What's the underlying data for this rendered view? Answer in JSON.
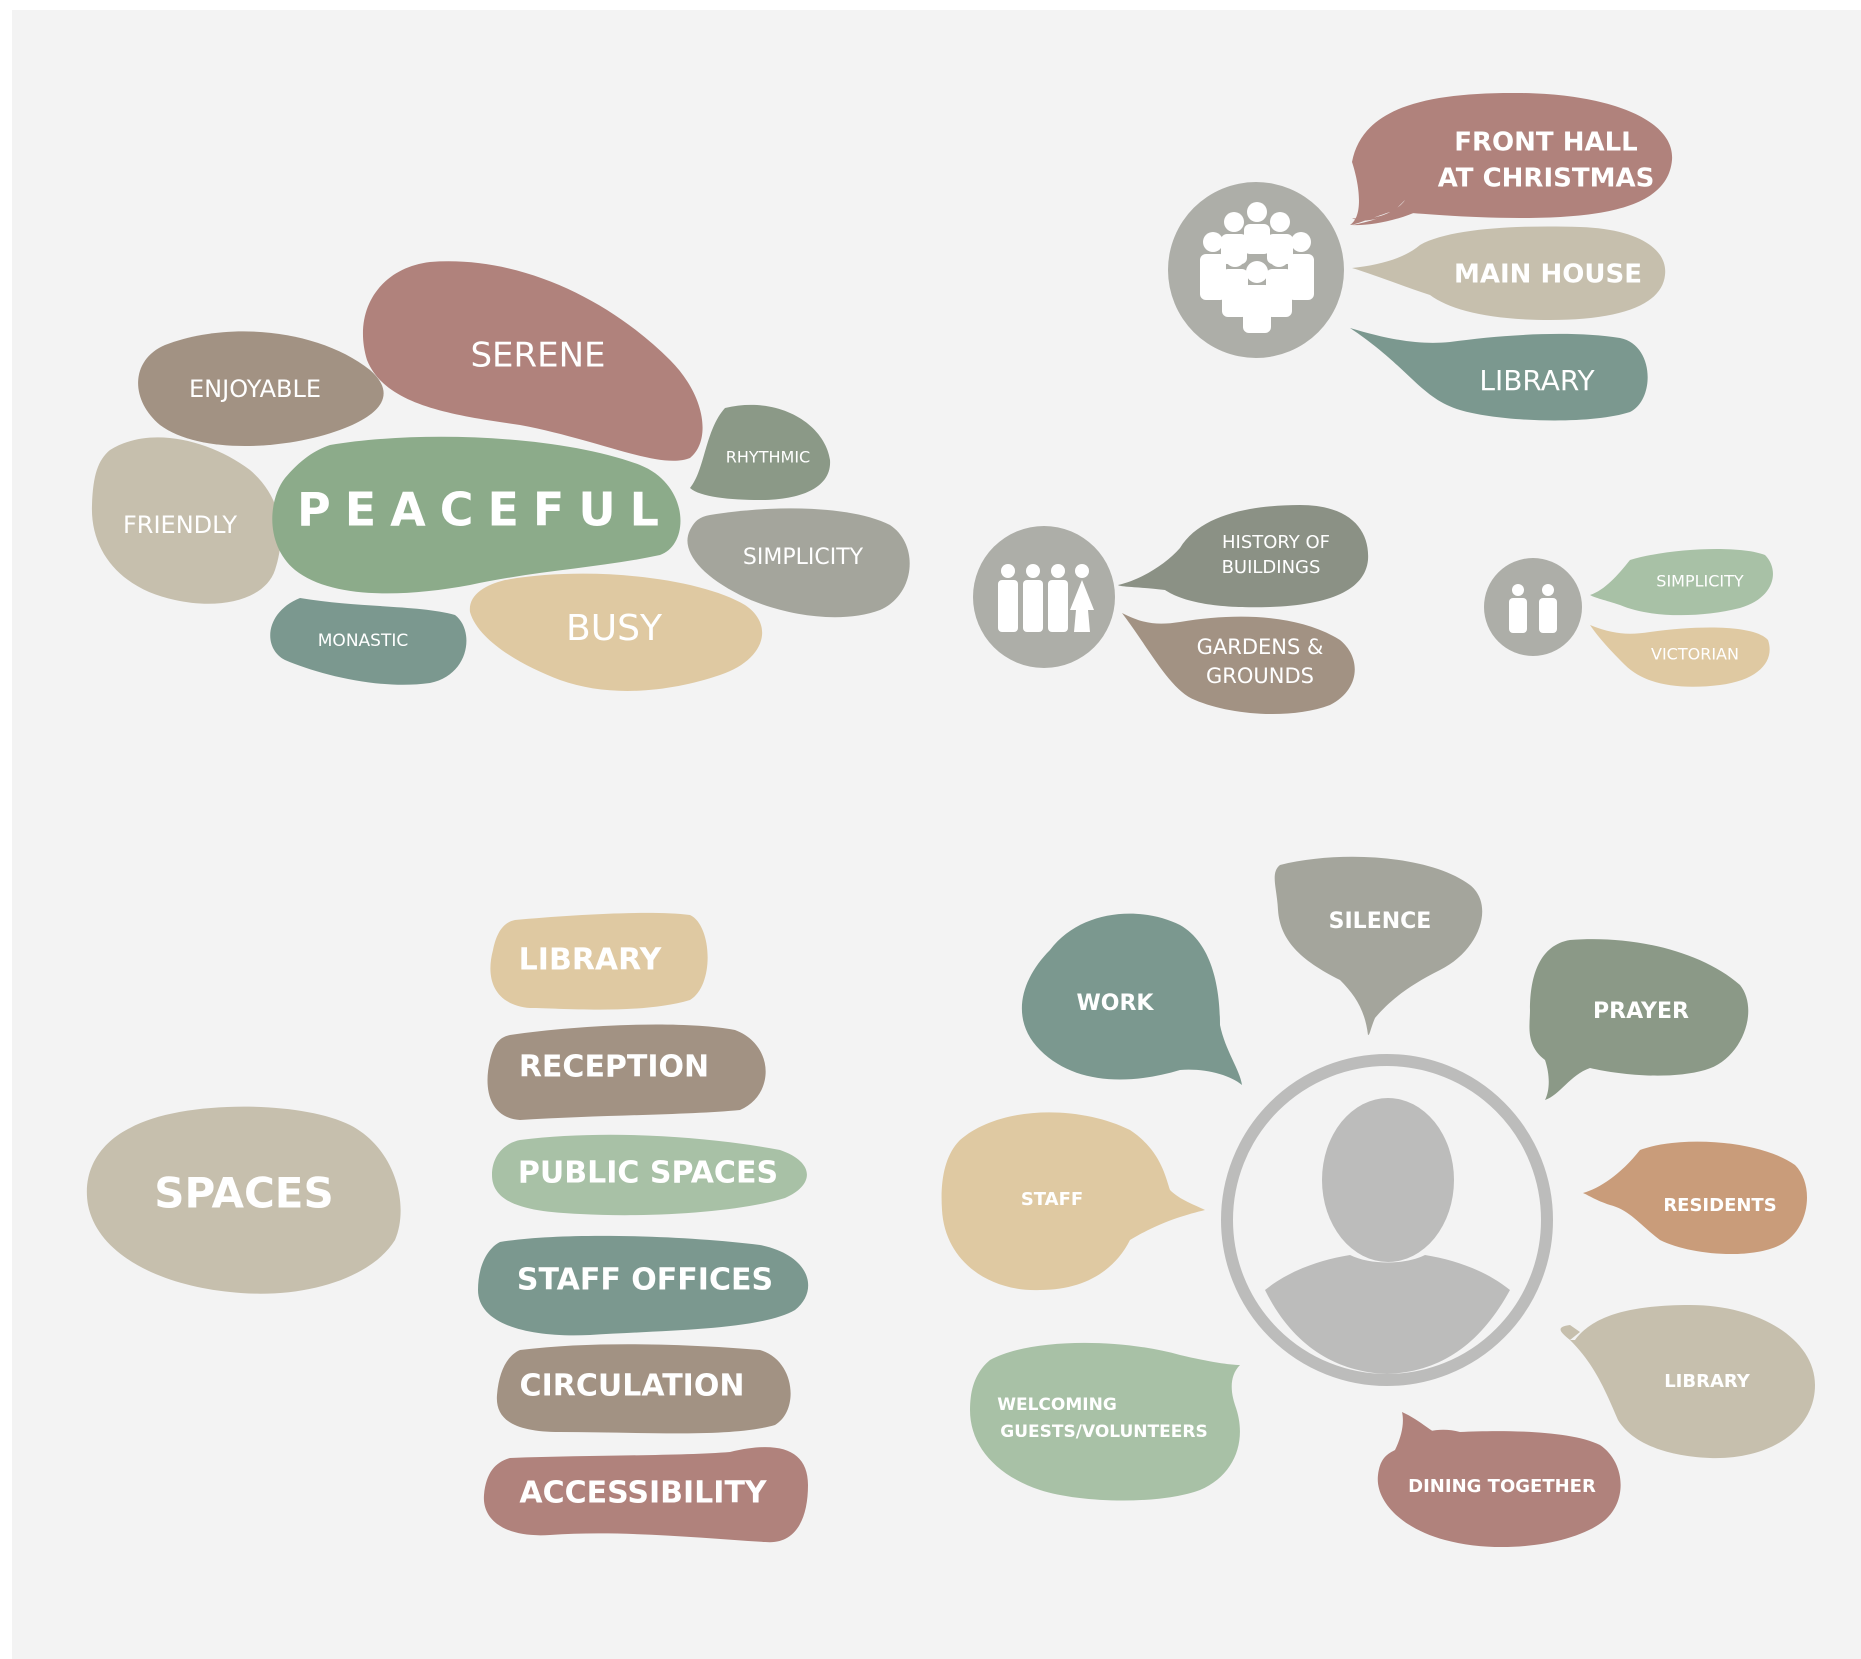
{
  "colors": {
    "background": "#f3f3f3",
    "rose": "#b0827c",
    "taupe": "#a29283",
    "sand": "#c6bfad",
    "sage": "#8cab8a",
    "teal": "#7b988f",
    "olive": "#8b9987",
    "stone": "#a4a59c",
    "mint": "#a8c1a6",
    "wheat": "#dfc9a2",
    "terracotta": "#c99c7a",
    "slate": "#8b9185",
    "icon_grey": "#adaea8",
    "avatar_grey": "#bcbcbb"
  },
  "word_cloud": {
    "center": "PEACEFUL",
    "words": [
      "SERENE",
      "ENJOYABLE",
      "FRIENDLY",
      "RHYTHMIC",
      "SIMPLICITY",
      "MONASTIC",
      "BUSY"
    ]
  },
  "large_group": {
    "icon": "crowd-icon",
    "bubbles": [
      "FRONT HALL",
      "AT CHRISTMAS",
      "MAIN HOUSE",
      "LIBRARY"
    ]
  },
  "medium_group": {
    "icon": "four-people-icon",
    "bubbles": [
      "HISTORY OF",
      "BUILDINGS",
      "GARDENS &",
      "GROUNDS"
    ]
  },
  "small_group": {
    "icon": "two-people-icon",
    "bubbles": [
      "SIMPLICITY",
      "VICTORIAN"
    ]
  },
  "spaces": {
    "title": "SPACES",
    "items": [
      "LIBRARY",
      "RECEPTION",
      "PUBLIC SPACES",
      "STAFF OFFICES",
      "CIRCULATION",
      "ACCESSIBILITY"
    ]
  },
  "person": {
    "icon": "person-avatar-icon",
    "bubbles": {
      "silence": "SILENCE",
      "work": "WORK",
      "prayer": "PRAYER",
      "staff": "STAFF",
      "residents": "RESIDENTS",
      "welcoming_1": "WELCOMING",
      "welcoming_2": "GUESTS/VOLUNTEERS",
      "library": "LIBRARY",
      "dining": "DINING TOGETHER"
    }
  }
}
